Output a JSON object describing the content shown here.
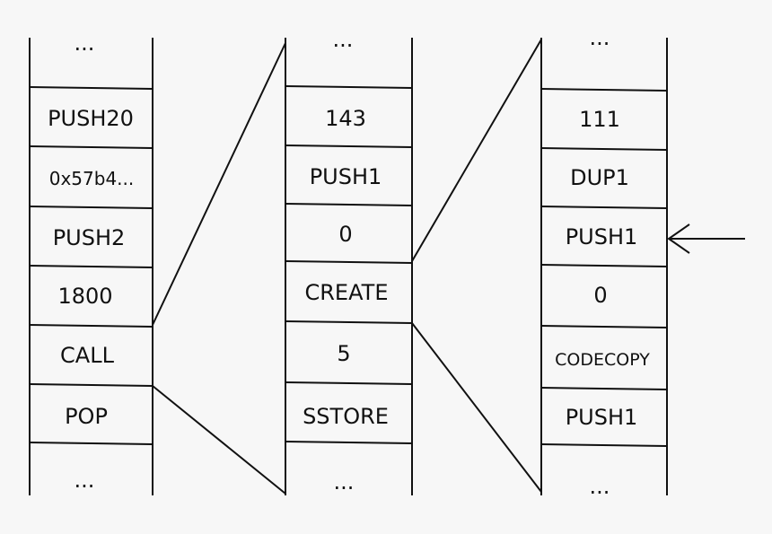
{
  "stack1": {
    "top_ellipsis": "...",
    "cells": [
      "PUSH20",
      "0x57b4...",
      "PUSH2",
      "1800",
      "CALL",
      "POP"
    ],
    "bottom_ellipsis": "..."
  },
  "stack2": {
    "top_ellipsis": "...",
    "cells": [
      "143",
      "PUSH1",
      "0",
      "CREATE",
      "5",
      "SSTORE"
    ],
    "bottom_ellipsis": "..."
  },
  "stack3": {
    "top_ellipsis": "...",
    "cells": [
      "111",
      "DUP1",
      "PUSH1",
      "0",
      "CODECOPY",
      "PUSH1"
    ],
    "bottom_ellipsis": "..."
  },
  "colors": {
    "line": "#111111",
    "background": "#f7f7f7"
  },
  "pointer_arrow": {
    "icon": "left-arrow-icon",
    "points_to": "stack3.cells.2"
  }
}
